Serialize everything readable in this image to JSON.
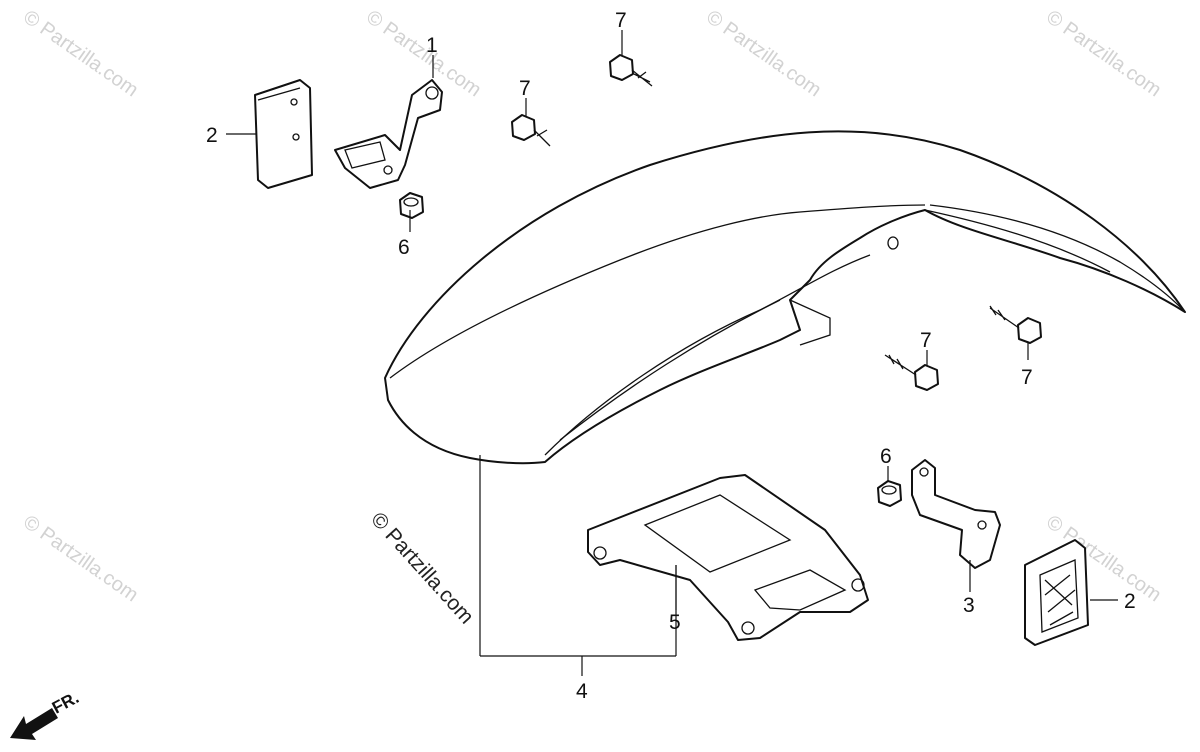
{
  "watermark": "© Partzilla.com",
  "credit": "© Partzilla.com",
  "direction": "FR.",
  "callouts": {
    "c1": "1",
    "c2a": "2",
    "c2b": "2",
    "c3": "3",
    "c4": "4",
    "c5": "5",
    "c6a": "6",
    "c6b": "6",
    "c7a": "7",
    "c7b": "7",
    "c7c": "7",
    "c7d": "7"
  }
}
